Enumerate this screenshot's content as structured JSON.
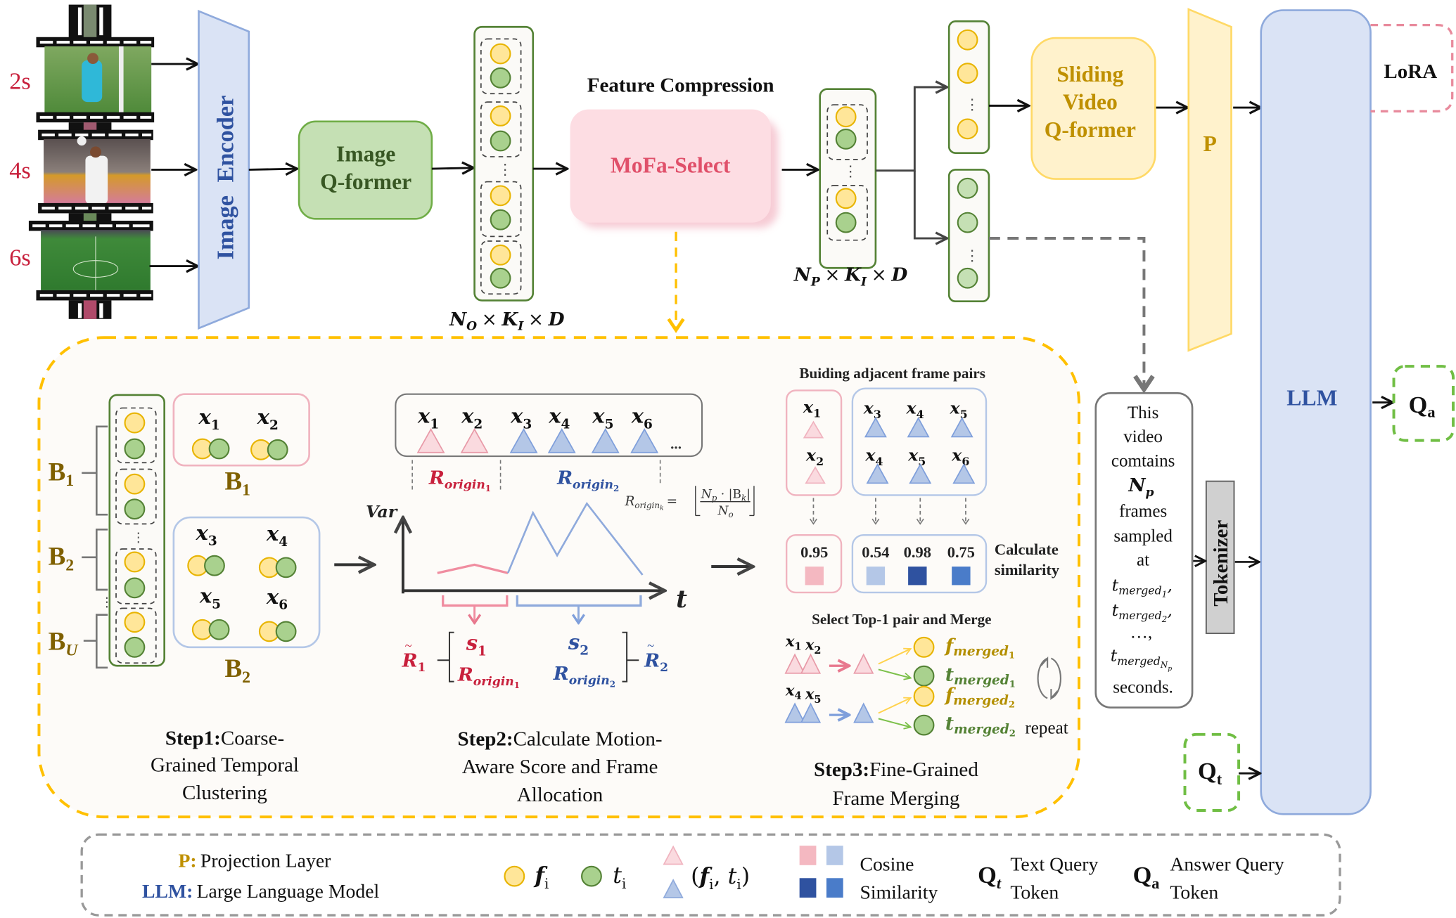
{
  "colors": {
    "yellow_fill": "#FFE699",
    "yellow_stroke": "#E8B400",
    "green_fill": "#A9D18E",
    "green_stroke": "#548235",
    "pink_fill": "#F4B8C1",
    "pink_stroke": "#E89AA8",
    "blue_fill": "#B4C7E7",
    "blue_stroke": "#7F9FDB",
    "dark_blue": "#2F52A0",
    "mid_blue": "#4A7CC9",
    "gold_text": "#B38F00",
    "brown_text": "#7F6000",
    "red_text": "#C8203C",
    "navy_text": "#2F52A0",
    "orange_dash": "#FFC000"
  },
  "input_frames": {
    "timestamps": [
      "2s",
      "4s",
      "6s"
    ]
  },
  "image_encoder": {
    "label_line1": "Image",
    "label_line2": "Encoder"
  },
  "image_qformer": {
    "line1": "Image",
    "line2": "Q-former"
  },
  "token_stack_1": {
    "dim_label": {
      "n": "N",
      "n_sub": "O",
      "k": "K",
      "k_sub": "I",
      "d": "D",
      "times": "×"
    }
  },
  "feature_compression": {
    "title": "Feature Compression",
    "module": "MoFa-Select"
  },
  "token_stack_2": {
    "dim_label": {
      "n": "N",
      "n_sub": "P",
      "k": "K",
      "k_sub": "I",
      "d": "D",
      "times": "×"
    }
  },
  "sliding_qformer": {
    "line1": "Sliding",
    "line2": "Video",
    "line3": "Q-former"
  },
  "projection": {
    "label": "P"
  },
  "llm": {
    "label": "LLM"
  },
  "lora": {
    "label": "LoRA"
  },
  "answer_token": {
    "Q": "Q",
    "sub": "a"
  },
  "text_token": {
    "Q": "Q",
    "sub": "t"
  },
  "tokenizer": {
    "label": "Tokenizer"
  },
  "prompt_box": {
    "lines": [
      "This",
      "video",
      "comtains"
    ],
    "np": "N",
    "np_sub": "p",
    "lines2": [
      "frames",
      "sampled",
      "at"
    ],
    "t1": "t",
    "t1_sub": "merged",
    "t1_idx": "1",
    "t2": "t",
    "t2_sub": "merged",
    "t2_idx": "2",
    "ellipsis": "…,",
    "tn": "t",
    "tn_sub": "merged",
    "tn_idx": "N",
    "tn_idx2": "p",
    "last": "seconds."
  },
  "step1": {
    "groups": [
      {
        "B": "B",
        "sub": "1"
      },
      {
        "B": "B",
        "sub": "2"
      },
      {
        "B": "B",
        "sub": "U"
      }
    ],
    "cluster1": {
      "label_B": "B",
      "label_sub": "1",
      "items": [
        {
          "x": "x",
          "sub": "1"
        },
        {
          "x": "x",
          "sub": "2"
        }
      ]
    },
    "cluster2": {
      "label_B": "B",
      "label_sub": "2",
      "items": [
        {
          "x": "x",
          "sub": "3"
        },
        {
          "x": "x",
          "sub": "4"
        },
        {
          "x": "x",
          "sub": "5"
        },
        {
          "x": "x",
          "sub": "6"
        }
      ]
    },
    "caption_bold": "Step1:",
    "caption_lines": [
      "Coarse-",
      "Grained Temporal",
      "Clustering"
    ]
  },
  "step2": {
    "frames": [
      {
        "x": "x",
        "sub": "1",
        "group": "pink"
      },
      {
        "x": "x",
        "sub": "2",
        "group": "pink"
      },
      {
        "x": "x",
        "sub": "3",
        "group": "blue"
      },
      {
        "x": "x",
        "sub": "4",
        "group": "blue"
      },
      {
        "x": "x",
        "sub": "5",
        "group": "blue"
      },
      {
        "x": "x",
        "sub": "6",
        "group": "blue"
      }
    ],
    "ellipsis": "...",
    "r_origin_1": {
      "R": "R",
      "sub": "origin",
      "idx": "1"
    },
    "r_origin_2": {
      "R": "R",
      "sub": "origin",
      "idx": "2"
    },
    "formula": {
      "lhs": "R",
      "lhs_sub": "origin",
      "lhs_idx": "k",
      "eq": "=",
      "num": "N",
      "num_sub": "p",
      "num_rest": " · |B",
      "num_rest_sub": "k",
      "num_end": "|",
      "den": "N",
      "den_sub": "o"
    },
    "y_axis": "Var",
    "x_axis": "t",
    "s1": {
      "s": "s",
      "sub": "1"
    },
    "s2": {
      "s": "s",
      "sub": "2"
    },
    "r_tilde_1": {
      "R": "R",
      "sub": "1"
    },
    "r_tilde_2": {
      "R": "R",
      "sub": "2"
    },
    "caption_bold": "Step2:",
    "caption_lines": [
      "Calculate Motion-",
      "Aware Score and Frame",
      "Allocation"
    ]
  },
  "step3": {
    "pairs_title": "Buiding adjacent frame pairs",
    "pink_pair": [
      {
        "x": "x",
        "sub": "1"
      },
      {
        "x": "x",
        "sub": "2"
      }
    ],
    "blue_pairs_top": [
      {
        "x": "x",
        "sub": "3"
      },
      {
        "x": "x",
        "sub": "4"
      },
      {
        "x": "x",
        "sub": "5"
      }
    ],
    "blue_pairs_bottom": [
      {
        "x": "x",
        "sub": "4"
      },
      {
        "x": "x",
        "sub": "5"
      },
      {
        "x": "x",
        "sub": "6"
      }
    ],
    "similarities": [
      {
        "value": "0.95",
        "shade": "pink"
      },
      {
        "value": "0.54",
        "shade": "light_blue"
      },
      {
        "value": "0.98",
        "shade": "dark_blue"
      },
      {
        "value": "0.75",
        "shade": "mid_blue"
      }
    ],
    "calc_label_1": "Calculate",
    "calc_label_2": "similarity",
    "merge_title": "Select Top-1 pair and Merge",
    "merge_rows": [
      {
        "pair": [
          {
            "x": "x",
            "sub": "1"
          },
          {
            "x": "x",
            "sub": "2"
          }
        ],
        "f": "f",
        "t": "t",
        "sub": "merged",
        "idx": "1",
        "group": "pink"
      },
      {
        "pair": [
          {
            "x": "x",
            "sub": "4"
          },
          {
            "x": "x",
            "sub": "5"
          }
        ],
        "f": "f",
        "t": "t",
        "sub": "merged",
        "idx": "2",
        "group": "blue"
      }
    ],
    "repeat": "repeat",
    "caption_bold": "Step3:",
    "caption_lines": [
      "Fine-Grained",
      "Frame Merging"
    ]
  },
  "legend": {
    "p_key": "P:",
    "p_desc": "Projection Layer",
    "llm_key": "LLM:",
    "llm_desc": "Large Language Model",
    "f": "f",
    "f_sub": "i",
    "t": "t",
    "t_sub": "i",
    "pair": "(f",
    "pair_sub1": "i",
    "pair_mid": ", t",
    "pair_sub2": "i",
    "pair_end": ")",
    "cos_1": "Cosine",
    "cos_2": "Similarity",
    "qt": "Q",
    "qt_sub": "t",
    "qt_desc_1": "Text Query",
    "qt_desc_2": "Token",
    "qa": "Q",
    "qa_sub": "a",
    "qa_desc_1": "Answer Query",
    "qa_desc_2": "Token"
  }
}
